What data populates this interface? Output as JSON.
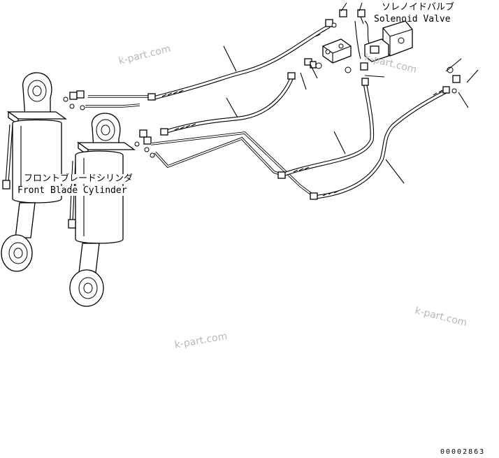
{
  "labels": {
    "solenoid_valve_jp": "ソレノイドバルブ",
    "solenoid_valve_en": "Solenoid Valve",
    "front_blade_cylinder_jp": "フロントブレードシリンダ",
    "front_blade_cylinder_en": "Front Blade Cylinder"
  },
  "watermarks": [
    "k-part.com",
    "k-part.com",
    "k-part.com",
    "k-part.com"
  ],
  "drawing_number": "00002863",
  "colors": {
    "line": "#000000",
    "watermark": "#b8b8b8",
    "background": "#ffffff"
  }
}
